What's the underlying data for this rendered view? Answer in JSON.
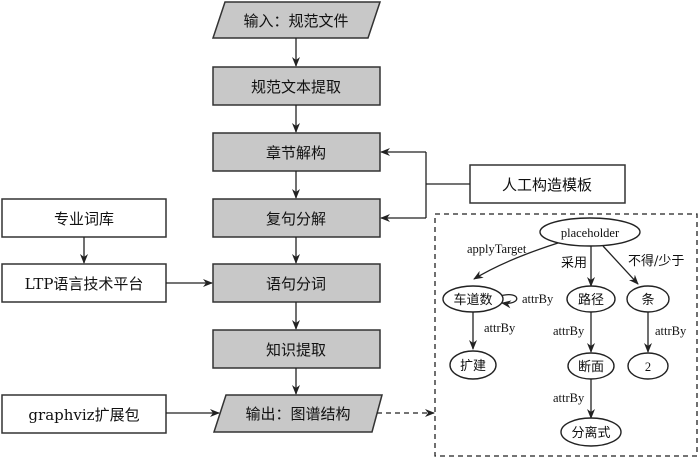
{
  "flowchart": {
    "main_steps": [
      {
        "id": "input",
        "label": "输入：规范文件",
        "shape": "parallelogram"
      },
      {
        "id": "extract-text",
        "label": "规范文本提取",
        "shape": "rect"
      },
      {
        "id": "chapter-parse",
        "label": "章节解构",
        "shape": "rect"
      },
      {
        "id": "compound-split",
        "label": "复句分解",
        "shape": "rect"
      },
      {
        "id": "segmentation",
        "label": "语句分词",
        "shape": "rect"
      },
      {
        "id": "knowledge-extract",
        "label": "知识提取",
        "shape": "rect"
      },
      {
        "id": "output",
        "label": "输出：图谱结构",
        "shape": "parallelogram"
      }
    ],
    "side_inputs": {
      "lexicon": "专业词库",
      "ltp": "LTP语言技术平台",
      "graphviz": "graphviz扩展包",
      "template": "人工构造模板"
    },
    "colors": {
      "process_fill": "#c8c8c8",
      "resource_fill": "#ffffff",
      "stroke": "#333333"
    }
  },
  "graph_example": {
    "nodes": {
      "placeholder": "placeholder",
      "lanes": "车道数",
      "path": "路径",
      "count": "条",
      "expand": "扩建",
      "section": "断面",
      "value": "2",
      "separated": "分离式"
    },
    "edges": {
      "apply_target": "applyTarget",
      "adopt": "采用",
      "not_less": "不得/少于",
      "self_attr": "attrBy",
      "lanes_attr": "attrBy",
      "path_attr": "attrBy",
      "count_attr": "attrBy",
      "section_attr": "attrBy"
    }
  }
}
